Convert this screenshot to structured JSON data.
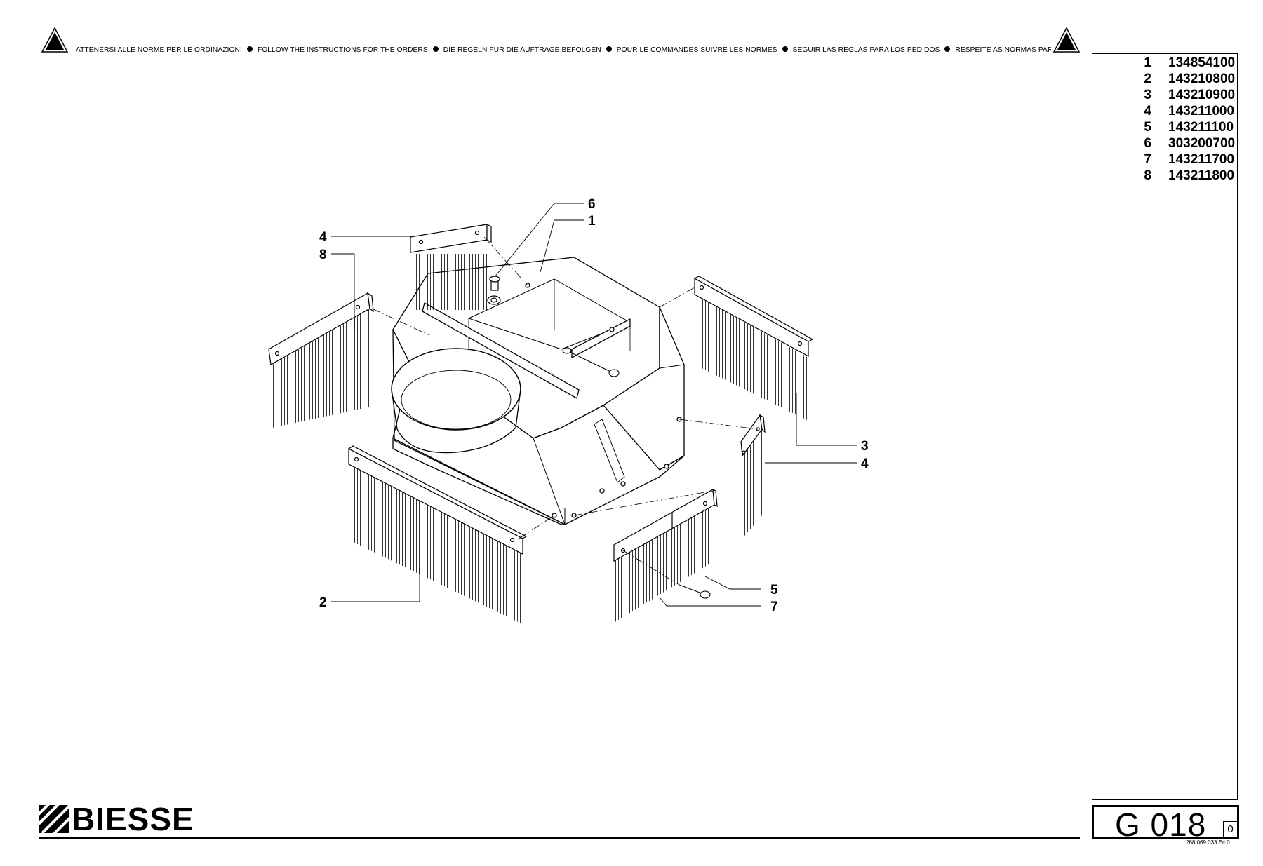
{
  "header": {
    "notices": [
      "ATTENERSI ALLE NORME PER LE ORDINAZIONI",
      "FOLLOW THE INSTRUCTIONS FOR THE ORDERS",
      "DIE REGELN FUR DIE AUFTRAGE BEFOLGEN",
      "POUR LE COMMANDES SUIVRE LES NORMES",
      "SEGUIR LAS REGLAS PARA LOS PEDIDOS",
      "RESPEITE AS NORMAS PARA OS PEDIDOS"
    ],
    "warning_icon": "warning-triangle-icon"
  },
  "parts": [
    {
      "num": "1",
      "code": "134854100"
    },
    {
      "num": "2",
      "code": "143210800"
    },
    {
      "num": "3",
      "code": "143210900"
    },
    {
      "num": "4",
      "code": "143211000"
    },
    {
      "num": "5",
      "code": "143211100"
    },
    {
      "num": "6",
      "code": "303200700"
    },
    {
      "num": "7",
      "code": "143211700"
    },
    {
      "num": "8",
      "code": "143211800"
    }
  ],
  "callouts": {
    "c6": "6",
    "c1": "1",
    "c4a": "4",
    "c8": "8",
    "c3": "3",
    "c4b": "4",
    "c5": "5",
    "c7": "7",
    "c2": "2"
  },
  "footer": {
    "brand": "BIESSE",
    "sheet_code": "G 018",
    "revision": "0",
    "doc_code": "268.069.033 Ec.0"
  }
}
